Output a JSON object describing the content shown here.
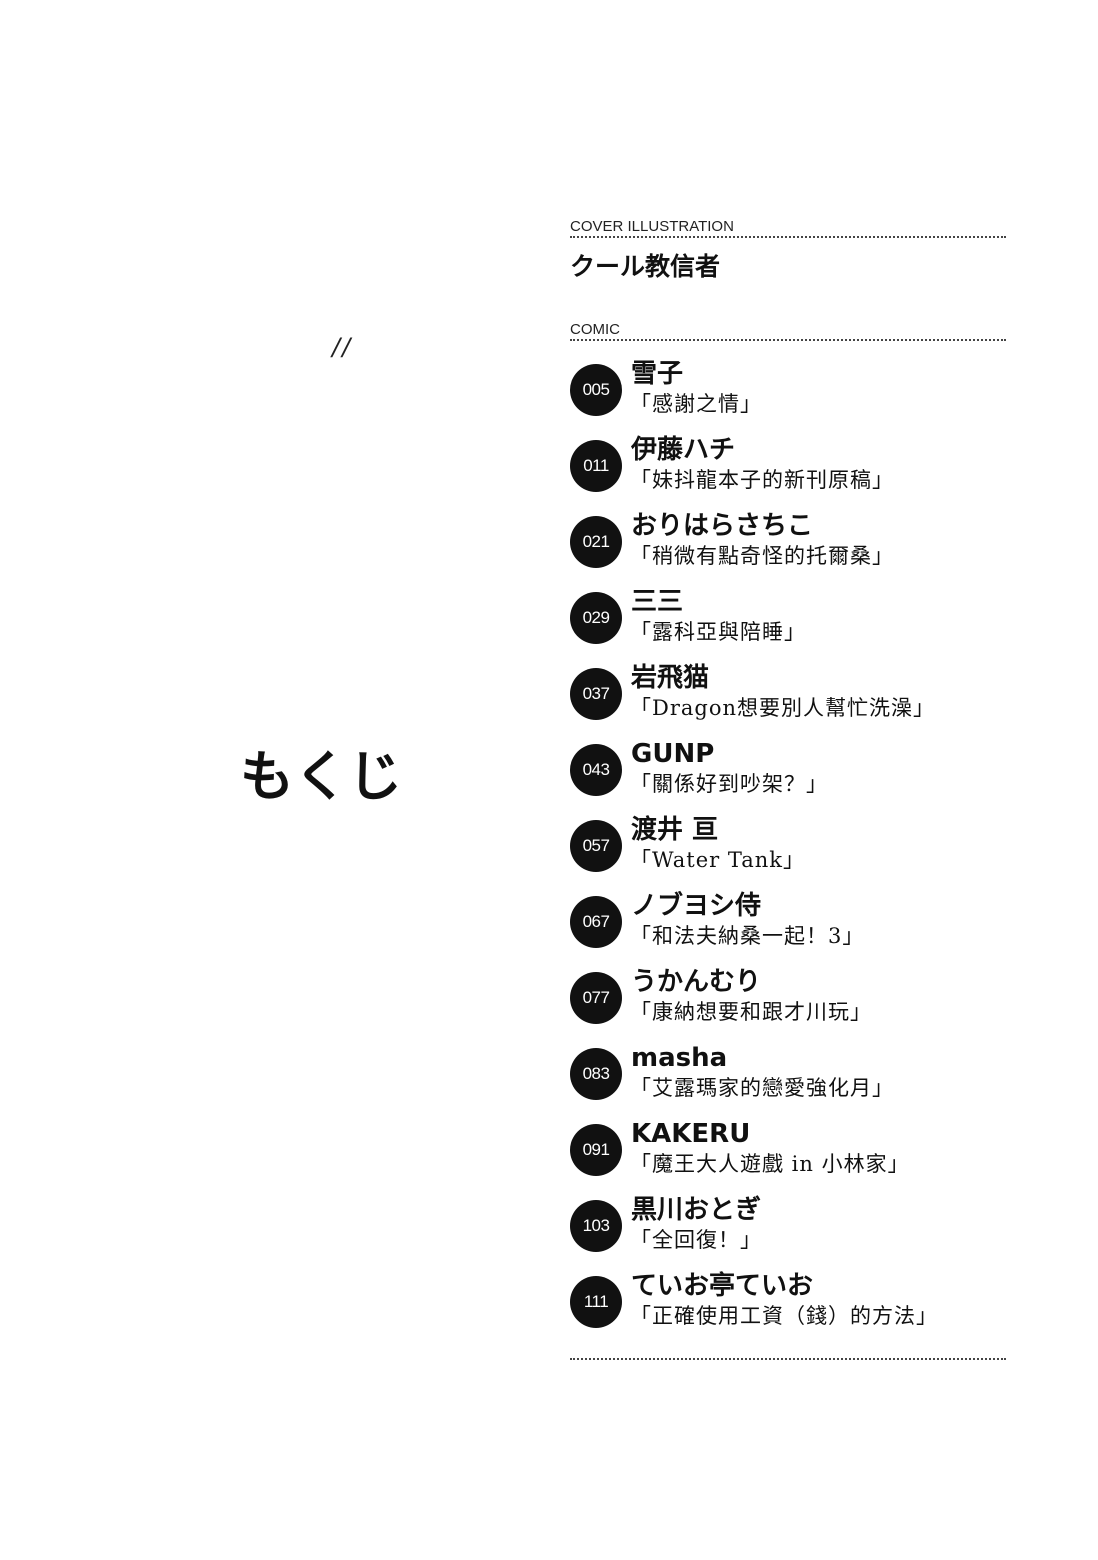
{
  "side_mark": "//",
  "heading": "もくじ",
  "cover": {
    "label": "COVER ILLUSTRATION",
    "artist": "クール教信者"
  },
  "comic": {
    "label": "COMIC",
    "entries": [
      {
        "page": "005",
        "author": "雪子",
        "title": "「感謝之情」"
      },
      {
        "page": "011",
        "author": "伊藤ハチ",
        "title": "「妹抖龍本子的新刊原稿」"
      },
      {
        "page": "021",
        "author": "おりはらさちこ",
        "title": "「稍微有點奇怪的托爾桑」"
      },
      {
        "page": "029",
        "author": "三三",
        "title": "「露科亞與陪睡」"
      },
      {
        "page": "037",
        "author": "岩飛猫",
        "title": "「Dragon想要別人幫忙洗澡」"
      },
      {
        "page": "043",
        "author": "GUNP",
        "title": "「關係好到吵架？」"
      },
      {
        "page": "057",
        "author": "渡井 亘",
        "title": "「Water Tank」"
      },
      {
        "page": "067",
        "author": "ノブヨシ侍",
        "title": "「和法夫納桑一起！3」"
      },
      {
        "page": "077",
        "author": "うかんむり",
        "title": "「康納想要和跟才川玩」"
      },
      {
        "page": "083",
        "author": "masha",
        "title": "「艾露瑪家的戀愛強化月」"
      },
      {
        "page": "091",
        "author": "KAKERU",
        "title": "「魔王大人遊戲 in 小林家」"
      },
      {
        "page": "103",
        "author": "黒川おとぎ",
        "title": "「全回復！」"
      },
      {
        "page": "111",
        "author": "ていお亭ていお",
        "title": "「正確使用工資（錢）的方法」"
      }
    ]
  }
}
